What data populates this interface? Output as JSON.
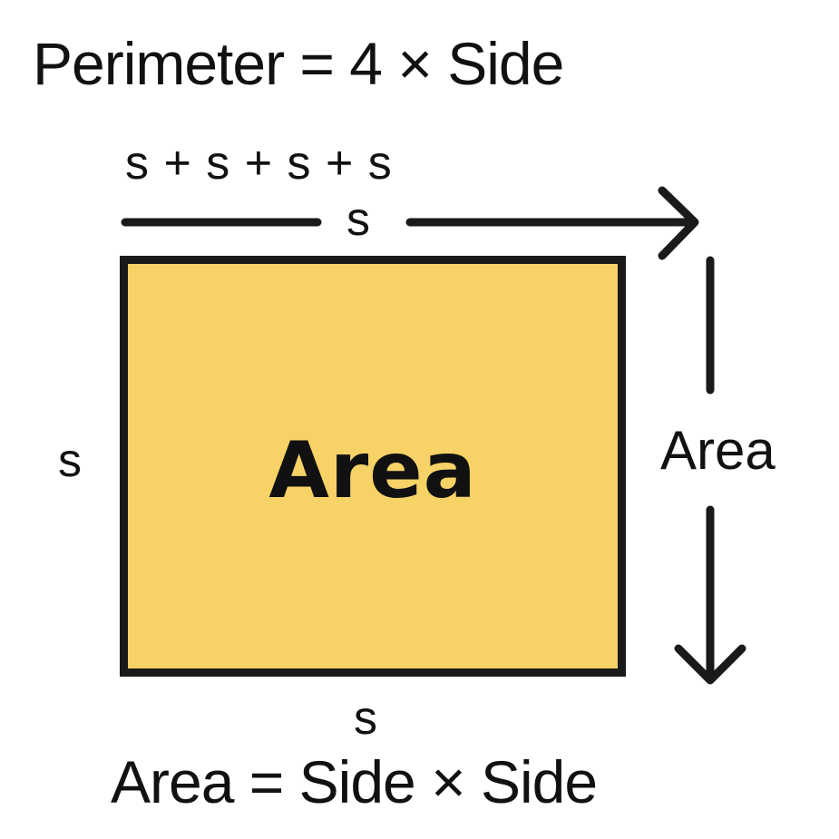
{
  "diagram": {
    "title": "Perimeter = 4 × Side",
    "perimeter_sum": "s + s + s + s",
    "sides": {
      "top": "s",
      "left": "s",
      "bottom": "s"
    },
    "square_label": "Area",
    "right_label": "Area",
    "area_formula": "Area = Side × Side",
    "colors": {
      "square_fill": "#F7D266",
      "stroke": "#1A1A1A",
      "text": "#111111",
      "background": "#FFFFFF"
    }
  }
}
